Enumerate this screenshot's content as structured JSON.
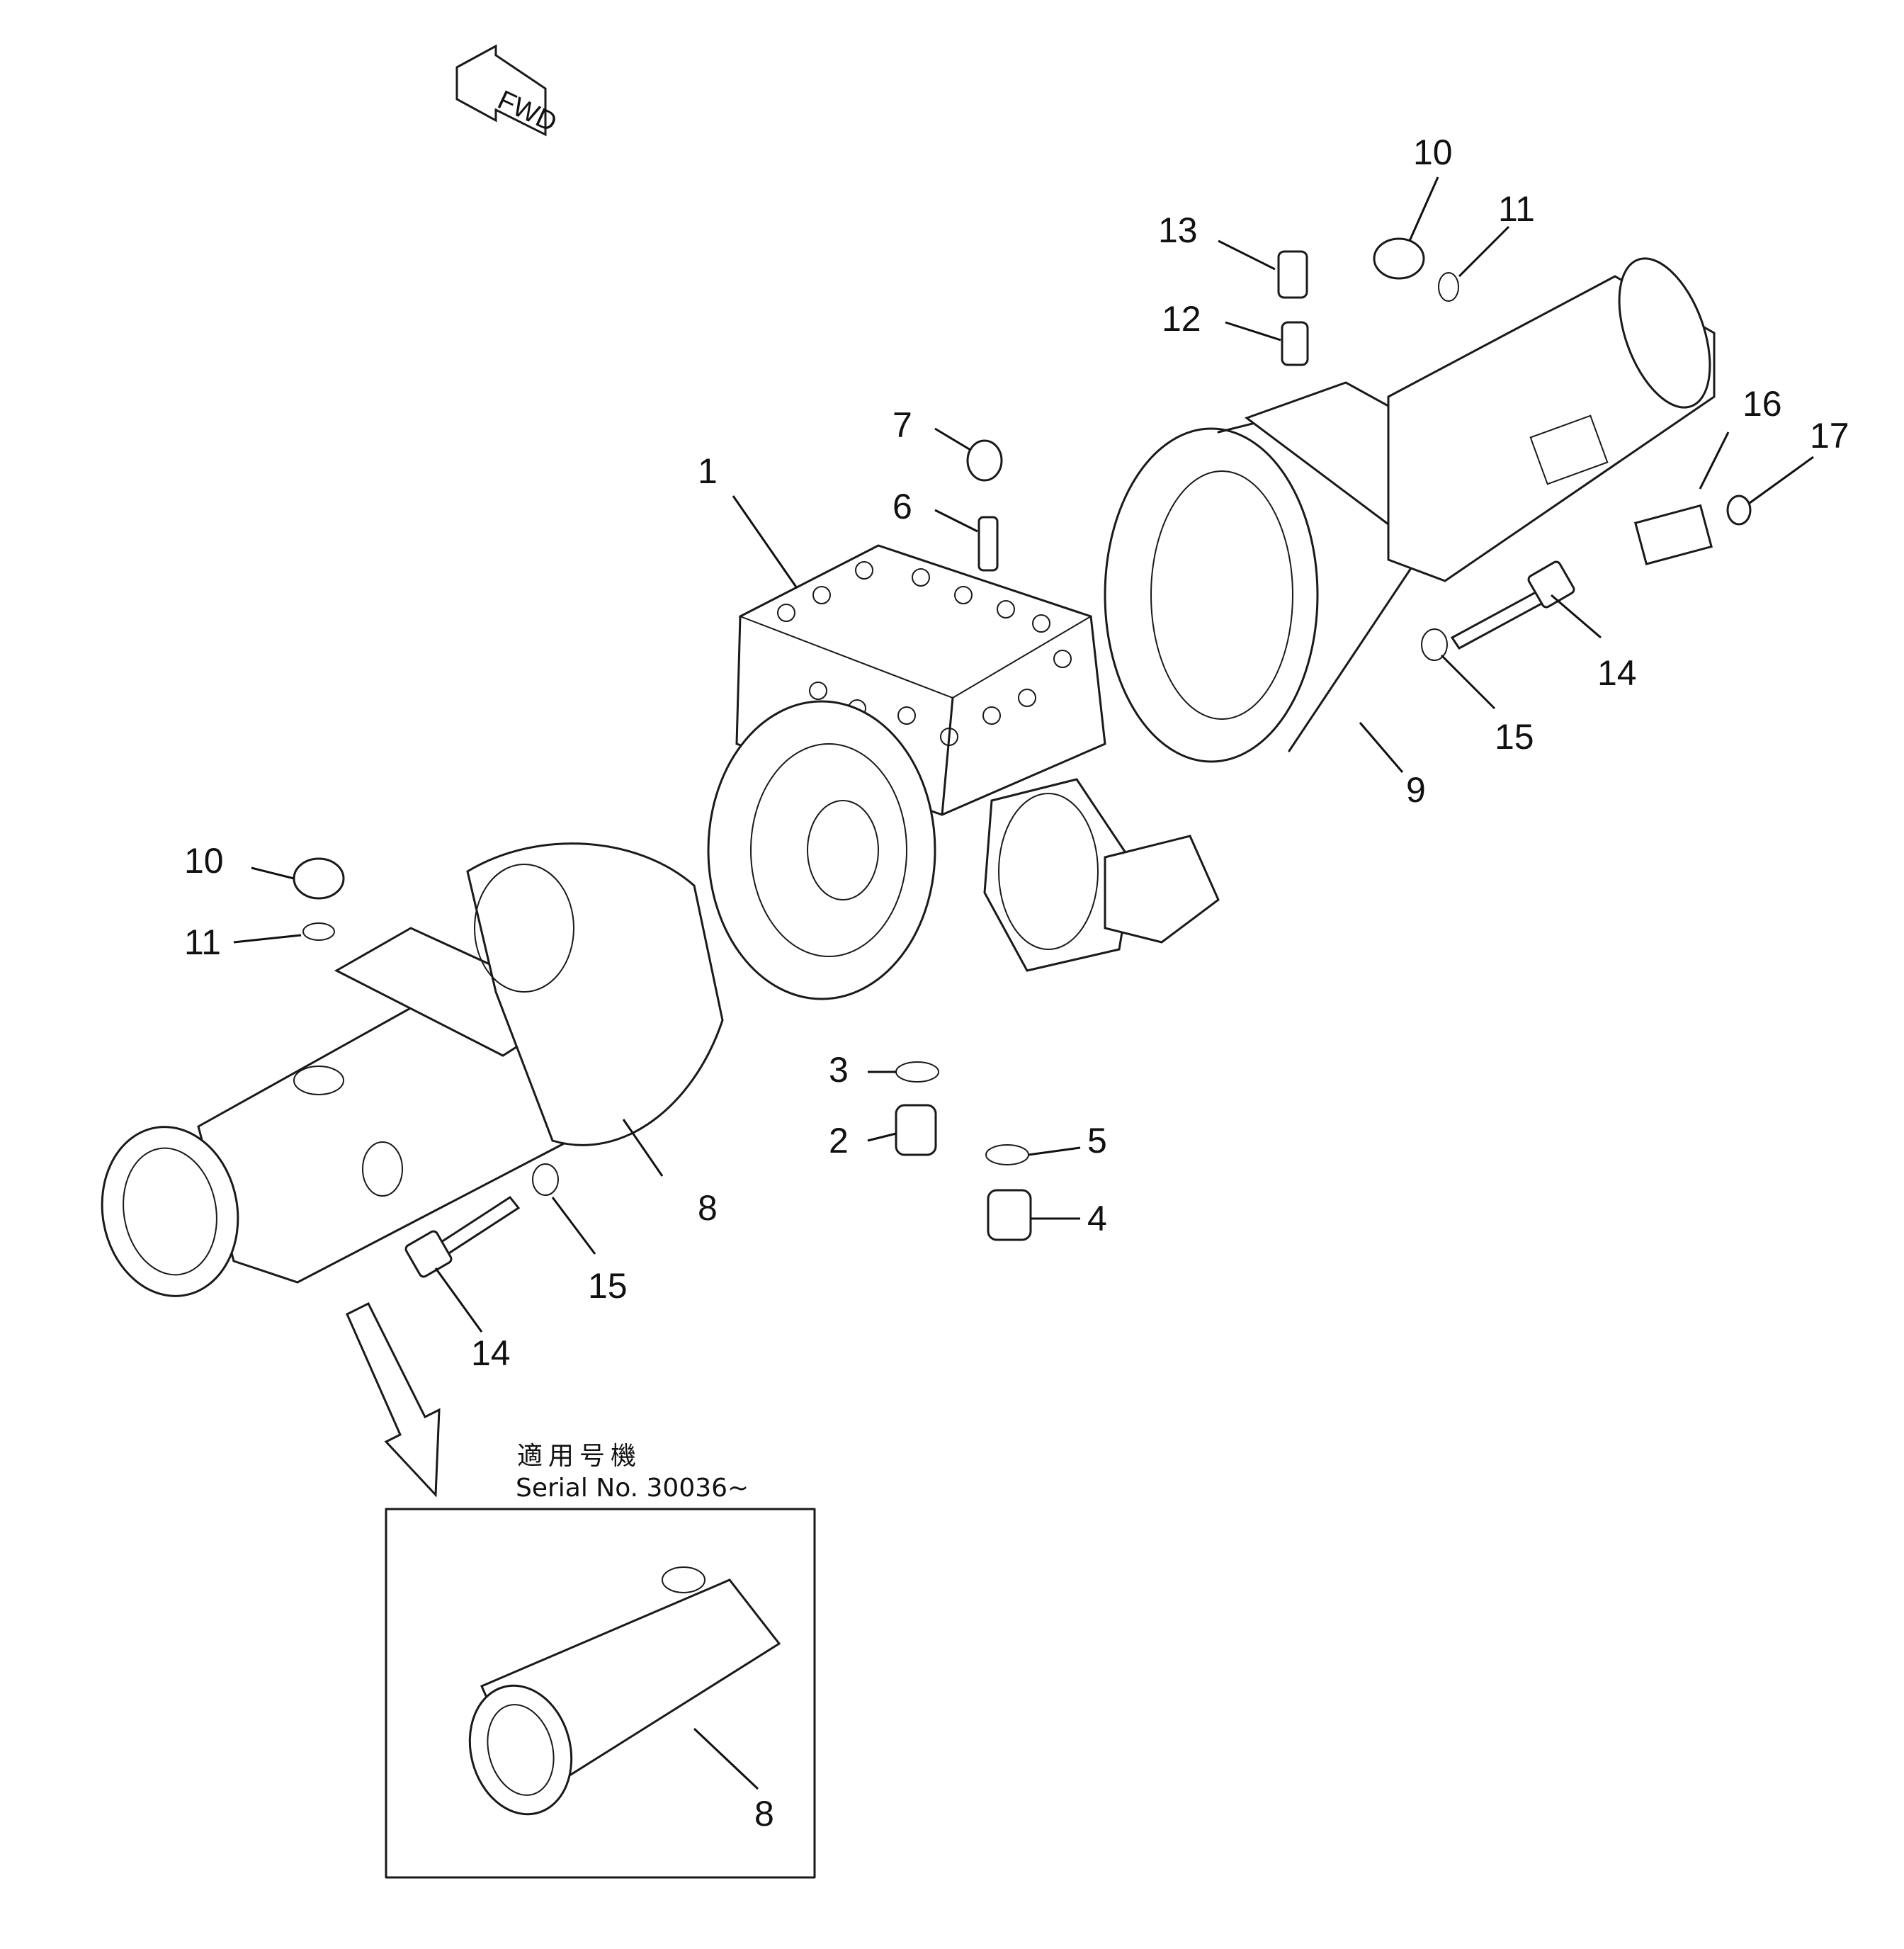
{
  "diagram": {
    "fwd_label": "FWD",
    "callouts": {
      "c1": "1",
      "c2": "2",
      "c3": "3",
      "c4": "4",
      "c5": "5",
      "c6": "6",
      "c7": "7",
      "c8_left": "8",
      "c8_inset": "8",
      "c9": "9",
      "c10_right": "10",
      "c10_left": "10",
      "c11_right": "11",
      "c11_left": "11",
      "c12": "12",
      "c13": "13",
      "c14_right": "14",
      "c14_left": "14",
      "c15_right": "15",
      "c15_left": "15",
      "c16": "16",
      "c17": "17"
    },
    "inset": {
      "title_jp": "適用号機",
      "serial": "Serial No. 30036~"
    }
  }
}
